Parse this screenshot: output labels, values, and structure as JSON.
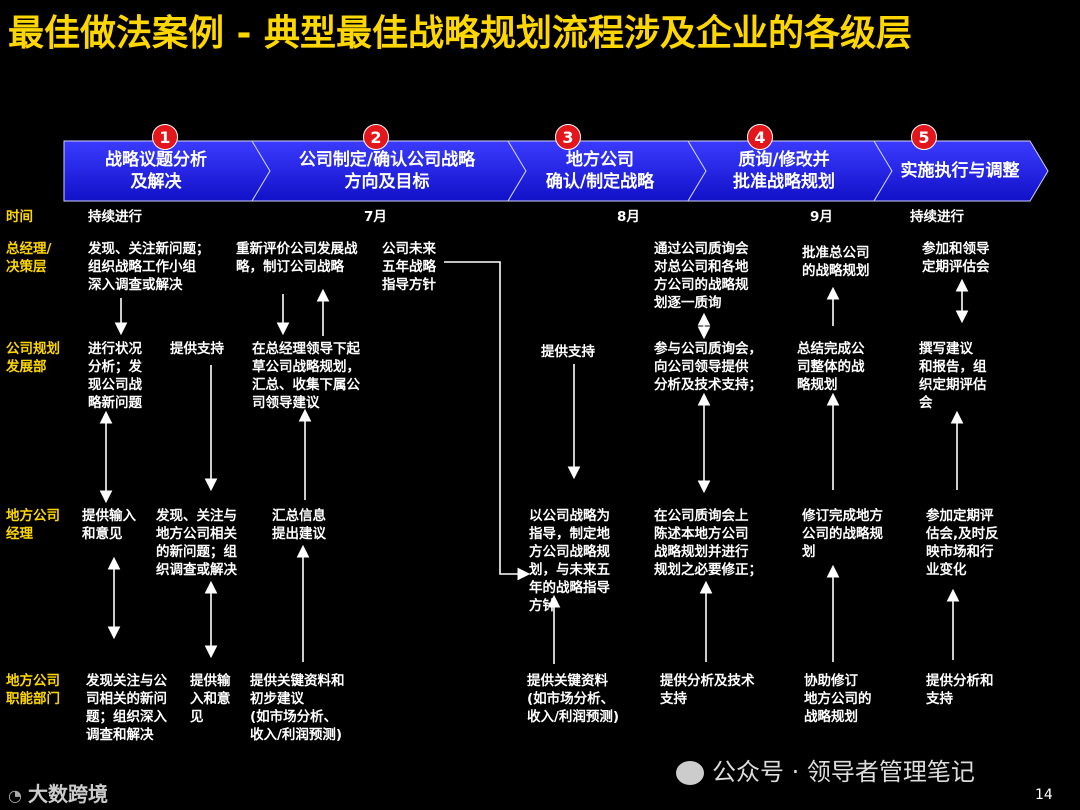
{
  "title": "最佳做法案例 - 典型最佳战略规划流程涉及企业的各级层",
  "phases": [
    {
      "num": "1",
      "label": "战略议题分析\n及解决"
    },
    {
      "num": "2",
      "label": "公司制定/确认公司战略\n方向及目标"
    },
    {
      "num": "3",
      "label": "地方公司\n确认/制定战略"
    },
    {
      "num": "4",
      "label": "质询/修改并\n批准战略规划"
    },
    {
      "num": "5",
      "label": "实施执行与调整"
    }
  ],
  "rows": {
    "time": "时间",
    "gm": "总经理/\n决策层",
    "planning": "公司规划\n发展部",
    "local_mgr": "地方公司\n经理",
    "local_func": "地方公司\n职能部门"
  },
  "time_cells": {
    "t1": "持续进行",
    "t2": "7月",
    "t3": "8月",
    "t4": "9月",
    "t5": "持续进行"
  },
  "cells": {
    "gm_1": "发现、关注新问题；\n组织战略工作小组\n深入调查或解决",
    "gm_2a": "重新评价公司发展战\n略，制订公司战略",
    "gm_2b": "公司未来\n五年战略\n指导方针",
    "gm_4a": "通过公司质询会\n对总公司和各地\n方公司的战略规\n划逐一质询",
    "gm_4b": "批准总公司\n的战略规划",
    "gm_5": "参加和领导\n定期评估会",
    "pl_1a": "进行状况\n分析；发\n现公司战\n略新问题",
    "pl_1b": "提供支持",
    "pl_2": "在总经理领导下起\n草公司战略规划，\n汇总、收集下属公\n司领导建议",
    "pl_3": "提供支持",
    "pl_4a": "参与公司质询会，\n向公司领导提供\n分析及技术支持；",
    "pl_4b": "总结完成公\n司整体的战\n略规划",
    "pl_5": "撰写建议\n和报告，组\n织定期评估\n会",
    "lm_1a": "提供输入\n和意见",
    "lm_1b": "发现、关注与\n地方公司相关\n的新问题；组\n织调查或解决",
    "lm_2": "汇总信息\n提出建议",
    "lm_3": "以公司战略为\n指导，制定地\n方公司战略规\n划，与未来五\n年的战略指导\n方针",
    "lm_4a": "在公司质询会上\n陈述本地方公司\n战略规划并进行\n规划之必要修正；",
    "lm_4b": "修订完成地方\n公司的战略规\n划",
    "lm_5": "参加定期评\n估会,及时反\n映市场和行\n业变化",
    "lf_1a": "发现关注与公\n司相关的新问\n题；组织深入\n调查和解决",
    "lf_1b": "提供输\n入和意\n见",
    "lf_2": "提供关键资料和\n初步建议\n(如市场分析、\n收入/利润预测)",
    "lf_3": "提供关键资料\n(如市场分析、\n收入/利润预测)",
    "lf_4a": "提供分析及技术\n支持",
    "lf_4b": "协助修订\n地方公司的\n战略规划",
    "lf_5": "提供分析和\n支持"
  },
  "footer": {
    "wechat": "公众号 · 领导者管理笔记",
    "logo": "大数跨境",
    "page": "14"
  },
  "colors": {
    "title": "#ffd700",
    "arrow": "#1a1adb",
    "badge": "#e3161b",
    "label": "#ffd700"
  }
}
